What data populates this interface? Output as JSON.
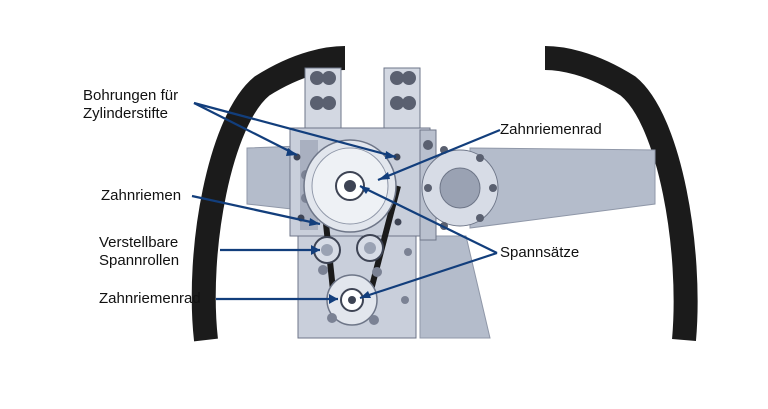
{
  "colors": {
    "tire": "#1b1b1b",
    "plate": "#c9cfdb",
    "plate_dark": "#a9b0c0",
    "metal": "#dfe3ea",
    "spoke": "#b4bccb",
    "leader": "#123e7c",
    "text": "#111111"
  },
  "labels": {
    "bohrungen": [
      "Bohrungen für",
      "Zylinderstifte"
    ],
    "zahnriemenrad_top": "Zahnriemenrad",
    "zahnriemen": "Zahnriemen",
    "verstellbare": [
      "Verstellbare",
      "Spannrollen"
    ],
    "spannsaetze": "Spannsätze",
    "zahnriemenrad_bottom": "Zahnriemenrad"
  }
}
